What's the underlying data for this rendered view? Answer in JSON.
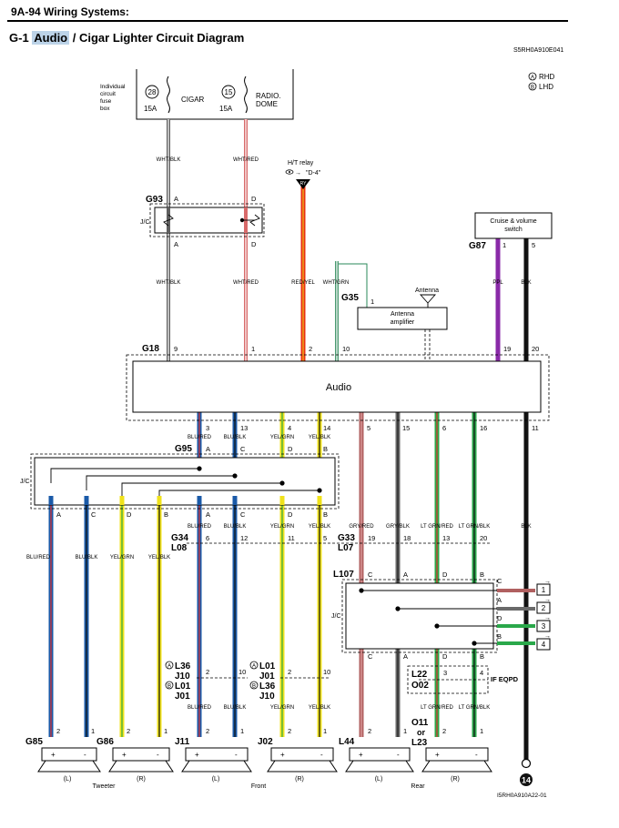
{
  "header": {
    "page_ref": "9A-94   Wiring Systems:",
    "section_prefix": "G-1",
    "section_highlight": "Audio",
    "section_suffix": "/ Cigar Lighter Circuit Diagram",
    "doc_code": "S5RH0A910E041",
    "footer_code": "I5RH0A910A22-01"
  },
  "legend": {
    "a": "RHD",
    "b": "LHD",
    "a_mark": "A",
    "b_mark": "B"
  },
  "fuse_box": {
    "label": "Individual circuit fuse box",
    "fuses": [
      {
        "num": "28",
        "amp": "15A",
        "name": "CIGAR"
      },
      {
        "num": "15",
        "amp": "15A",
        "name": "RADIO. DOME"
      }
    ]
  },
  "labels": {
    "jc": "J/C",
    "ht_relay": "H/T relay",
    "ht_ref": "\"D-4\"",
    "ry": "RY",
    "cruise_switch": "Cruise & volume switch",
    "antenna": "Antenna",
    "antenna_amp": "Antenna amplifier",
    "audio": "Audio",
    "if_eqpd": "IF EQPD",
    "tweeter": "Tweeter",
    "front": "Front",
    "rear": "Rear",
    "side_l": "(L)",
    "side_r": "(R)",
    "plus": "+",
    "minus": "-",
    "or": "or",
    "ground_num": "14"
  },
  "connectors": {
    "g93": "G93",
    "g87": "G87",
    "g35": "G35",
    "g18": "G18",
    "g95": "G95",
    "g34": "G34",
    "l08": "L08",
    "g33": "G33",
    "l07": "L07",
    "l107": "L107",
    "l22": "L22",
    "o02": "O02",
    "o11": "O11",
    "l23": "L23",
    "g85": "G85",
    "g86": "G86",
    "j11": "J11",
    "j02": "J02",
    "l44": "L44",
    "l36": "L36",
    "j10": "J10",
    "l01": "L01",
    "j01": "J01"
  },
  "wire_colors": {
    "wht_blk": "WHT/BLK",
    "wht_red": "WHT/RED",
    "red_yel": "RED/YEL",
    "wht_grn": "WHT/GRN",
    "ppl": "PPL",
    "blk": "BLK",
    "blu_red": "BLU/RED",
    "blu_blk": "BLU/BLK",
    "yel_grn": "YEL/GRN",
    "yel_blk": "YEL/BLK",
    "gry_red": "GRY/RED",
    "gry_blk": "GRY/BLK",
    "lt_grn_red": "LT GRN/RED",
    "lt_grn_blk": "LT GRN/BLK"
  },
  "pins": {
    "p1": "1",
    "p2": "2",
    "p3": "3",
    "p4": "4",
    "p5": "5",
    "p6": "6",
    "p9": "9",
    "p10": "10",
    "p11": "11",
    "p12": "12",
    "p13": "13",
    "p14": "14",
    "p15": "15",
    "p16": "16",
    "p18": "18",
    "p19": "19",
    "p20": "20",
    "a": "A",
    "b": "B",
    "c": "C",
    "d": "D"
  },
  "colors": {
    "wht_blk": "#606060",
    "wht_red": "#d86a6a",
    "red_yel": "#e83010",
    "wht_grn": "#4a9a70",
    "ppl": "#8a2aa8",
    "blk": "#111111",
    "blu": "#1a5aa8",
    "yel": "#f0e21a",
    "gry_red": "#b06060",
    "gry_blk": "#6a6a6a",
    "lt_grn": "#2aa84a"
  }
}
